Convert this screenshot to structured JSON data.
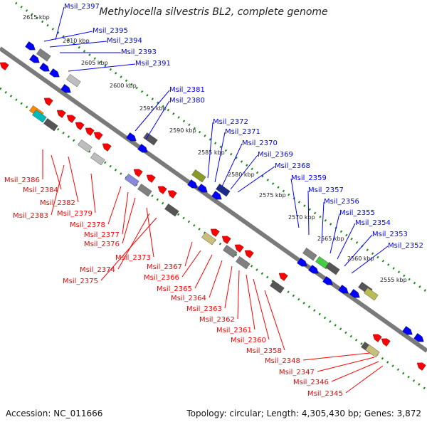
{
  "title": "Methylocella silvestris BL2, complete genome",
  "footer": {
    "accession": "Accession: NC_011666",
    "topology": "Topology: circular; Length: 4,305,430 bp; Genes: 3,872"
  },
  "colors": {
    "forward_strand": "#0000ff",
    "reverse_strand": "#ff0000",
    "backbone": "#808080",
    "tick_ring": "#1a8a1a",
    "label_text_forward": "#0000ff",
    "label_text_reverse": "#ff0000"
  },
  "scale_labels": [
    "2615 kbp",
    "2610 kbp",
    "2605 kbp",
    "2600 kbp",
    "2595 kbp",
    "2590 kbp",
    "2585 kbp",
    "2580 kbp",
    "2575 kbp",
    "2570 kbp",
    "2565 kbp",
    "2560 kbp",
    "2555 kbp"
  ],
  "forward_labels": [
    "Msil_2397",
    "Msil_2395",
    "Msil_2394",
    "Msil_2393",
    "Msil_2391",
    "Msil_2381",
    "Msil_2380",
    "Msil_2372",
    "Msil_2371",
    "Msil_2370",
    "Msil_2369",
    "Msil_2368",
    "Msil_2359",
    "Msil_2357",
    "Msil_2356",
    "Msil_2355",
    "Msil_2354",
    "Msil_2353",
    "Msil_2352"
  ],
  "reverse_labels": [
    "Msil_2386",
    "Msil_2384",
    "Msil_2382",
    "Msil_2383",
    "Msil_2379",
    "Msil_2378",
    "Msil_2377",
    "Msil_2376",
    "Msil_2373",
    "Msil_2374",
    "Msil_2375",
    "Msil_2367",
    "Msil_2366",
    "Msil_2365",
    "Msil_2364",
    "Msil_2363",
    "Msil_2362",
    "Msil_2361",
    "Msil_2360",
    "Msil_2358",
    "Msil_2348",
    "Msil_2347",
    "Msil_2346",
    "Msil_2345"
  ]
}
